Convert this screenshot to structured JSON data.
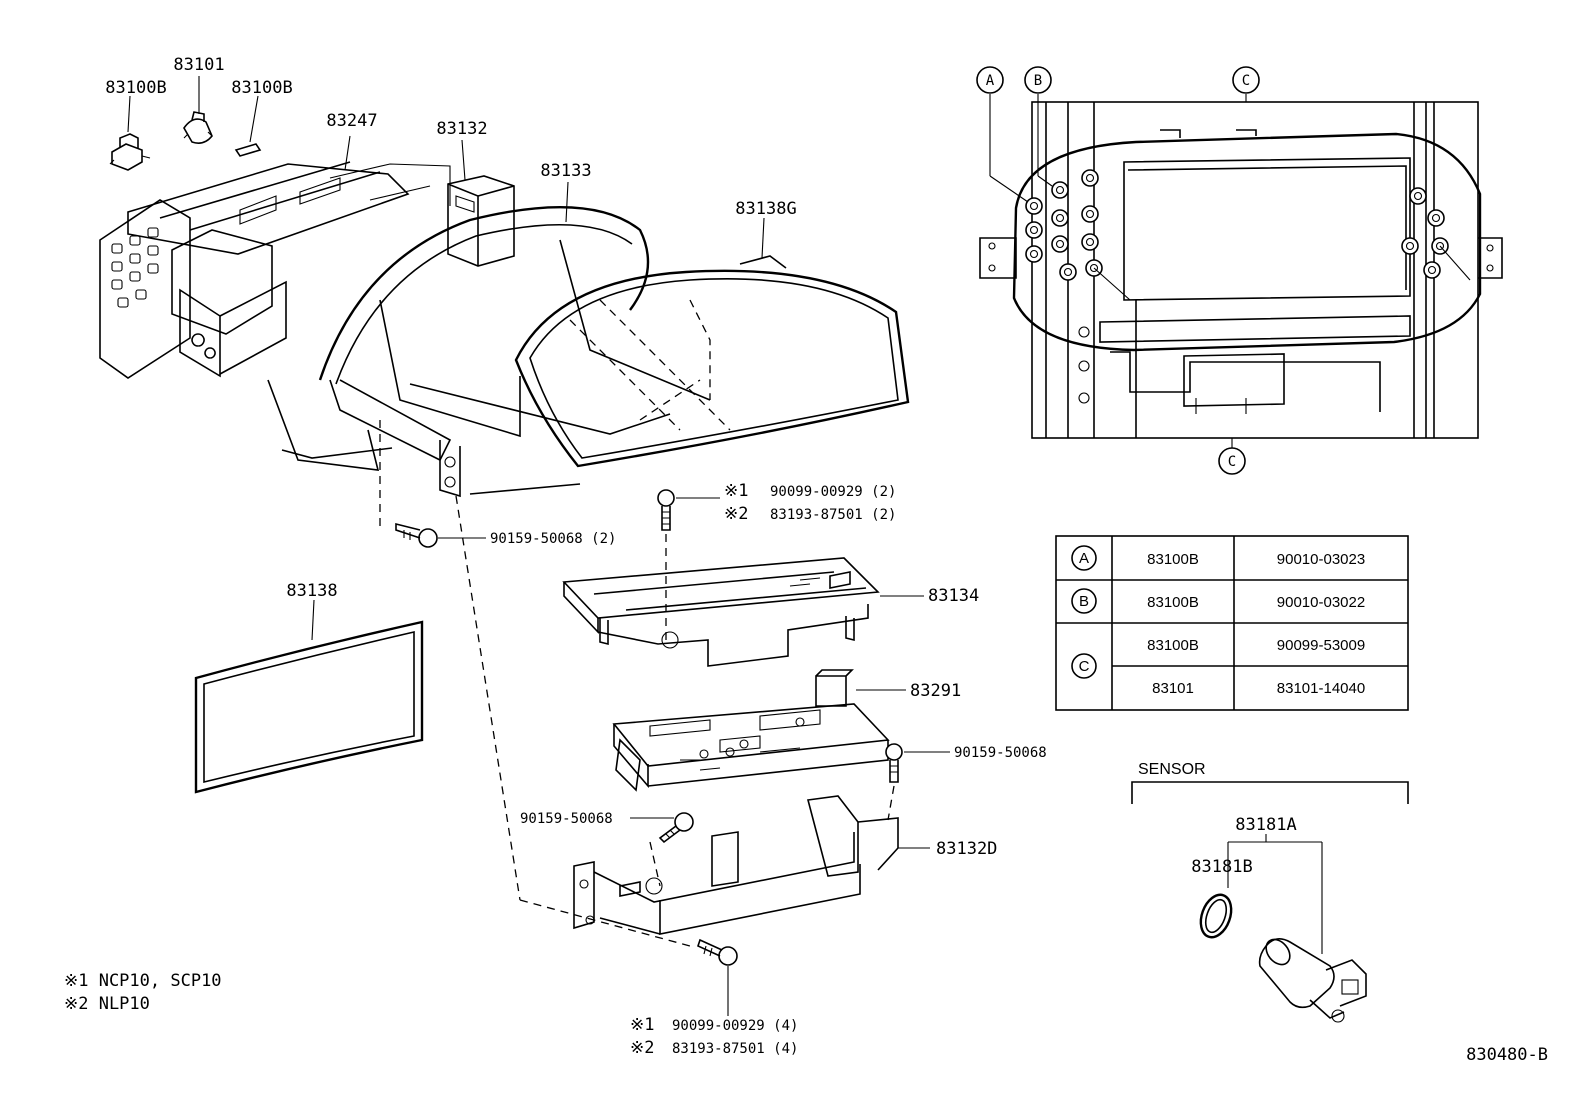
{
  "callouts": {
    "p83100b_left": "83100B",
    "p83101": "83101",
    "p83100b_right": "83100B",
    "p83247": "83247",
    "p83132": "83132",
    "p83133": "83133",
    "p83138g": "83138G",
    "screw_top": {
      "n1_mark": "※1",
      "n1_part": "90099-00929 (2)",
      "n2_mark": "※2",
      "n2_part": "83193-87501 (2)"
    },
    "screw_left": "90159-50068 (2)",
    "p83138": "83138",
    "p83134": "83134",
    "p83291": "83291",
    "screw_right": "90159-50068",
    "screw_mid": "90159-50068",
    "p83132d": "83132D",
    "screw_bottom": {
      "n1_mark": "※1",
      "n1_part": "90099-00929 (4)",
      "n2_mark": "※2",
      "n2_part": "83193-87501 (4)"
    }
  },
  "notes": {
    "n1": "※1  NCP10, SCP10",
    "n2": "※2  NLP10"
  },
  "detail_markers": {
    "a": "A",
    "b": "B",
    "c_top": "C",
    "c_bottom": "C"
  },
  "table": {
    "rows": [
      {
        "key": "A",
        "part": "83100B",
        "number": "90010-03023"
      },
      {
        "key": "B",
        "part": "83100B",
        "number": "90010-03022"
      },
      {
        "key": "C",
        "part": "83100B",
        "number": "90099-53009"
      },
      {
        "key": "C",
        "part": "83101",
        "number": "83101-14040"
      }
    ]
  },
  "sensor": {
    "title": "SENSOR",
    "p83181a": "83181A",
    "p83181b": "83181B"
  },
  "figure_id": "830480-B"
}
